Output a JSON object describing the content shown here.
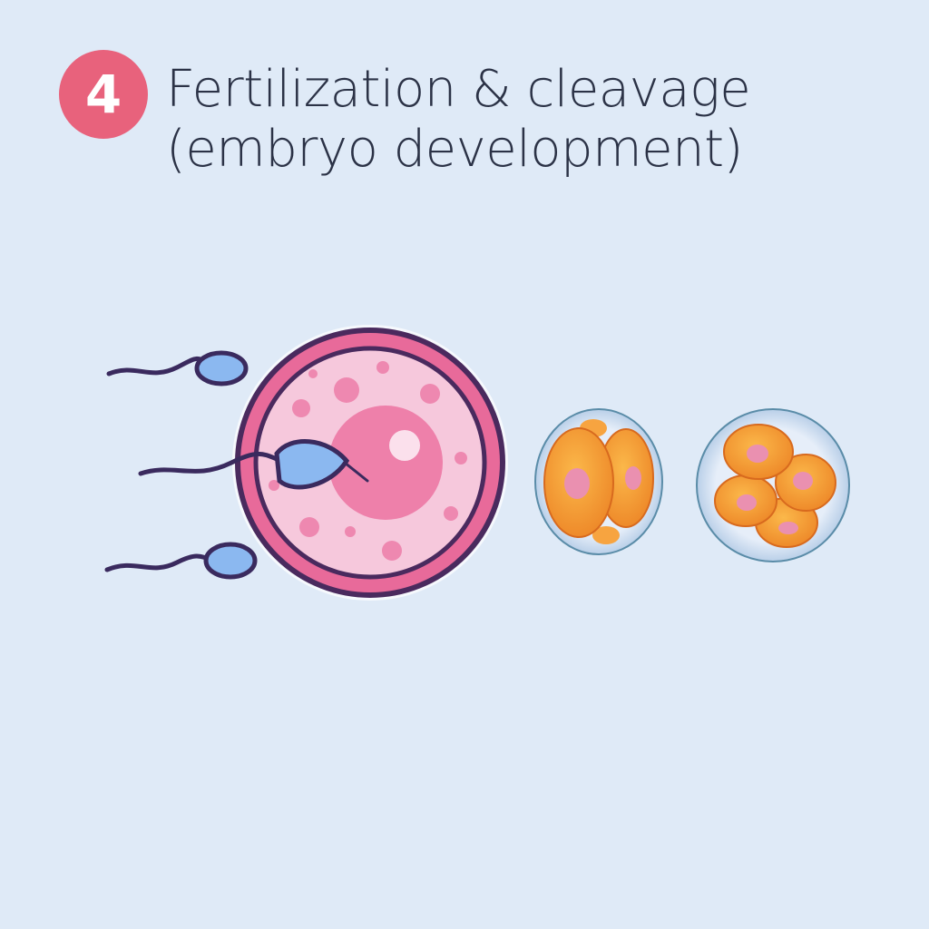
{
  "step": {
    "number": "4"
  },
  "title": {
    "line1": "Fertilization & cleavage",
    "line2": "(embryo development)"
  },
  "colors": {
    "background": "#dfeaf7",
    "badge": "#e8627c",
    "text": "#2b3246",
    "egg_ring": "#e86a9a",
    "sperm": "#8bb8f0",
    "blastomere": "#f5a030"
  },
  "stages": [
    {
      "icon": "sperm-and-egg-icon"
    },
    {
      "icon": "two-cell-embryo-icon"
    },
    {
      "icon": "four-cell-embryo-icon"
    }
  ]
}
